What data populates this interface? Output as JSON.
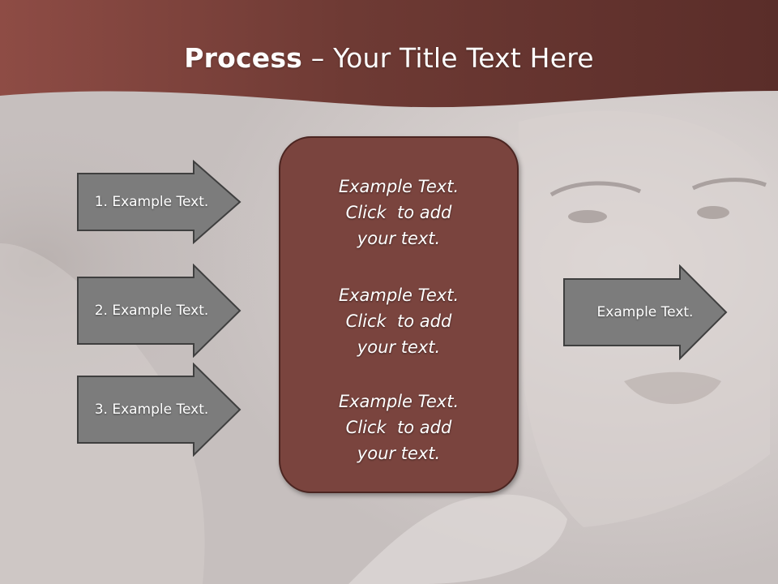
{
  "title": {
    "bold": "Process",
    "rest": " – Your Title Text Here"
  },
  "left_arrows": [
    {
      "label": "1. Example Text."
    },
    {
      "label": "2. Example Text."
    },
    {
      "label": "3. Example Text."
    }
  ],
  "center_blocks": [
    {
      "lines": [
        "Example Text.",
        "Click  to add",
        "your text."
      ]
    },
    {
      "lines": [
        "Example Text.",
        "Click  to add",
        "your text."
      ]
    },
    {
      "lines": [
        "Example Text.",
        "Click  to add",
        "your text."
      ]
    }
  ],
  "right_arrow": {
    "label": "Example Text."
  },
  "colors": {
    "header": "#7b4038",
    "arrow_fill": "#7c7c7c",
    "arrow_border": "#3f3f3f",
    "center_box": "#7a443e",
    "background": "#cdc7c6"
  }
}
